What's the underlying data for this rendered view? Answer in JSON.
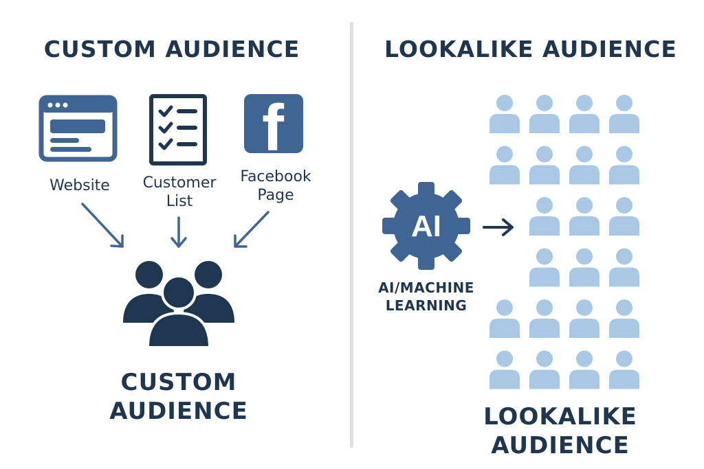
{
  "left": {
    "heading": "CUSTOM AUDIENCE",
    "sources": {
      "website": "Website",
      "customer_list_line1": "Customer",
      "customer_list_line2": "List",
      "facebook_line1": "Facebook",
      "facebook_line2": "Page"
    },
    "facebook_glyph": "f",
    "result_line1": "CUSTOM",
    "result_line2": "AUDIENCE"
  },
  "right": {
    "heading": "LOOKALIKE AUDIENCE",
    "gear_text": "AI",
    "ml_line1": "AI/MACHINE",
    "ml_line2": "LEARNING",
    "result_line1": "LOOKALIKE",
    "result_line2": "AUDIENCE",
    "grid_rows": [
      [
        true,
        true,
        true,
        true
      ],
      [
        true,
        true,
        true,
        true
      ],
      [
        false,
        true,
        true,
        true
      ],
      [
        false,
        true,
        true,
        true
      ],
      [
        true,
        true,
        true,
        true
      ],
      [
        true,
        true,
        true,
        true
      ]
    ]
  },
  "colors": {
    "navy": "#1f3650",
    "blue": "#3e6594",
    "light_blue": "#a9c8e6",
    "divider": "#dcdfe3"
  },
  "icons": [
    "browser-window-icon",
    "checklist-icon",
    "facebook-logo-icon",
    "group-icon",
    "ai-gear-icon",
    "arrow-right-icon",
    "person-icon"
  ]
}
